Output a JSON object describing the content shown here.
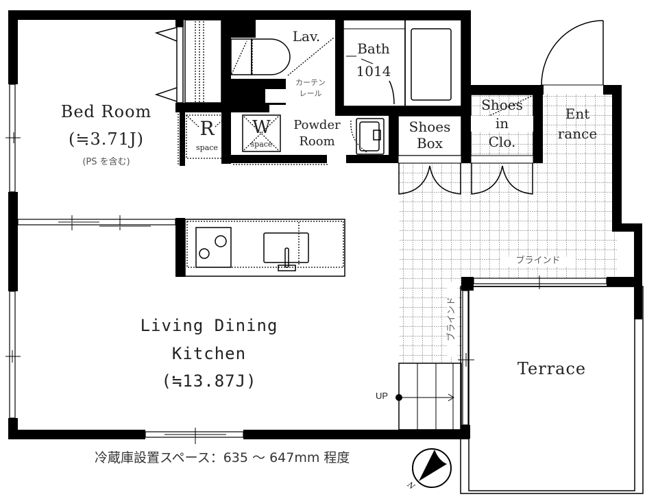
{
  "floor_plan": {
    "rooms": [
      {
        "id": "bed-room",
        "name": "Bed Room",
        "area": "(≒3.71J)",
        "note": "(PS を含む)"
      },
      {
        "id": "living-dining-kitchen",
        "name_line1": "Living Dining",
        "name_line2": "Kitchen",
        "area": "(≒13.87J)"
      },
      {
        "id": "lavatory",
        "name": "Lav."
      },
      {
        "id": "bath",
        "name": "Bath",
        "size": "1014"
      },
      {
        "id": "powder-room",
        "name_line1": "Powder",
        "name_line2": "Room"
      },
      {
        "id": "shoes-box",
        "name_line1": "Shoes",
        "name_line2": "Box"
      },
      {
        "id": "shoes-in-closet",
        "name_line1": "Shoes",
        "name_line2": "in",
        "name_line3": "Clo."
      },
      {
        "id": "entrance",
        "name_line1": "Ent",
        "name_line2": "rance"
      },
      {
        "id": "terrace",
        "name": "Terrace"
      }
    ],
    "fixtures": {
      "refrigerator_space": {
        "letter": "R",
        "sub": "space"
      },
      "washer_space": {
        "letter": "W",
        "sub": "space"
      },
      "curtain_rail": {
        "line1": "カーテン",
        "line2": "レール"
      },
      "blind_horizontal": "ブラインド",
      "blind_vertical": "ブラインド",
      "stairs_label": "UP"
    },
    "footer_note": "冷蔵庫設置スペース：635 ～ 647mm 程度",
    "compass": {
      "label": "N"
    }
  }
}
